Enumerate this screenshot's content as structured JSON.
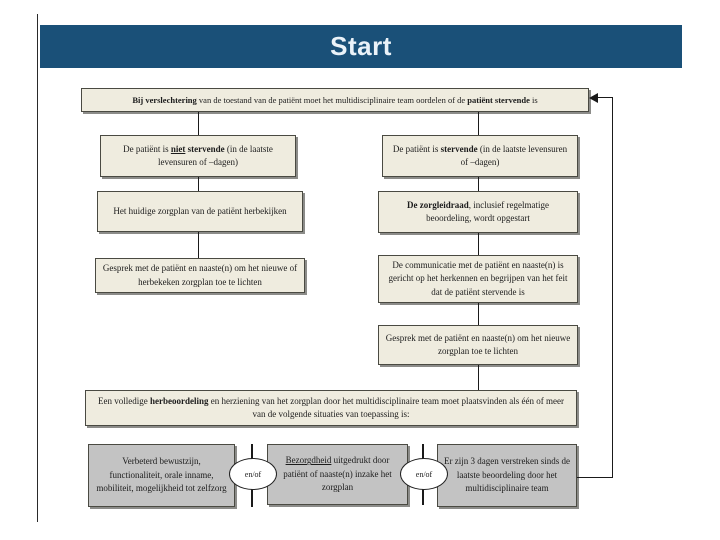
{
  "header": {
    "title": "Start"
  },
  "colors": {
    "header_bg": "#1a5078",
    "header_text": "#eaf2f9",
    "box_fill": "#efecdf",
    "gray_fill": "#c3c3c3",
    "border": "#4a4a42",
    "line": "#1a1a1a"
  },
  "oval_label": "en/of",
  "flowchart": {
    "top_box": {
      "segments": [
        {
          "text": "Bij verslechtering",
          "bold": true
        },
        {
          "text": " van de toestand van de patiënt moet het multidisciplinaire team oordelen of de "
        },
        {
          "text": "patiënt stervende",
          "bold": true
        },
        {
          "text": " is"
        }
      ]
    },
    "left_column": [
      {
        "segments": [
          {
            "text": "De patiënt is "
          },
          {
            "text": "niet",
            "bold": true,
            "underline": true
          },
          {
            "text": " "
          },
          {
            "text": "stervende",
            "bold": true
          },
          {
            "text": " (in de laatste levensuren of –dagen)"
          }
        ]
      },
      {
        "segments": [
          {
            "text": "Het huidige zorgplan van de patiënt herbekijken"
          }
        ]
      },
      {
        "segments": [
          {
            "text": "Gesprek met de patiënt en naaste(n) om het nieuwe of herbekeken zorgplan toe te lichten"
          }
        ]
      }
    ],
    "right_column": [
      {
        "segments": [
          {
            "text": "De patiënt is "
          },
          {
            "text": "stervende",
            "bold": true
          },
          {
            "text": " (in de laatste levensuren of –dagen)"
          }
        ]
      },
      {
        "segments": [
          {
            "text": "De zorgleidraad",
            "bold": true
          },
          {
            "text": ", inclusief regelmatige beoordeling, wordt opgestart"
          }
        ]
      },
      {
        "segments": [
          {
            "text": "De communicatie met de patiënt en naaste(n) is gericht op het herkennen en begrijpen van het feit dat de patiënt stervende is"
          }
        ]
      },
      {
        "segments": [
          {
            "text": "Gesprek met de patiënt en naaste(n) om het nieuwe zorgplan toe te lichten"
          }
        ]
      }
    ],
    "review_box": {
      "segments": [
        {
          "text": "Een volledige "
        },
        {
          "text": "herbeoordeling",
          "bold": true
        },
        {
          "text": " en herziening van het zorgplan door het multidisciplinaire team moet plaatsvinden als één of meer van de volgende situaties van toepassing is:"
        }
      ]
    },
    "condition_boxes": [
      {
        "segments": [
          {
            "text": "Verbeterd bewustzijn, functionaliteit, orale inname, mobiliteit, mogelijkheid tot zelfzorg"
          }
        ]
      },
      {
        "segments": [
          {
            "text": "Bezorgdheid",
            "underline": true
          },
          {
            "text": " uitgedrukt door patiënt of naaste(n) inzake het zorgplan"
          }
        ]
      },
      {
        "segments": [
          {
            "text": "Er zijn 3 dagen verstreken sinds de laatste beoordeling door het multidisciplinaire team"
          }
        ]
      }
    ]
  }
}
